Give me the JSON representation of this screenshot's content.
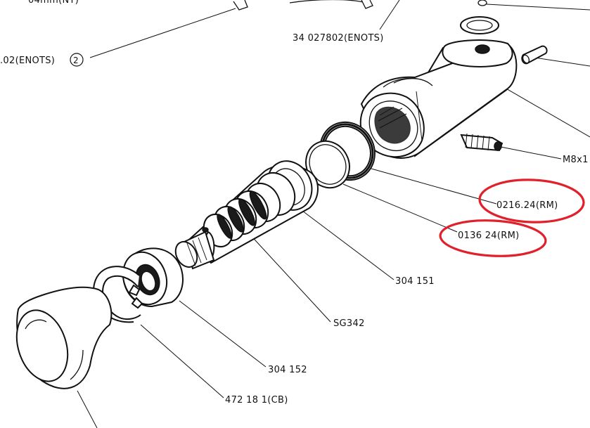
{
  "labels": {
    "top_left_cut": "04mm(NT)",
    "left_cut": ".02(ENOTS)",
    "left_circled": "2",
    "top_mid": "34 027802(ENOTS)",
    "right_bolt": "M8x1",
    "ring_large": "0216.24(RM)",
    "ring_small": "0136 24(RM)",
    "piston_head": "304 151",
    "piston": "SG342",
    "collar": "304 152",
    "circlip": "472 18 1(CB)"
  },
  "colors": {
    "ink": "#111111",
    "highlight": "#e0202a",
    "background": "#ffffff"
  },
  "highlighted": [
    "ring_large",
    "ring_small"
  ]
}
